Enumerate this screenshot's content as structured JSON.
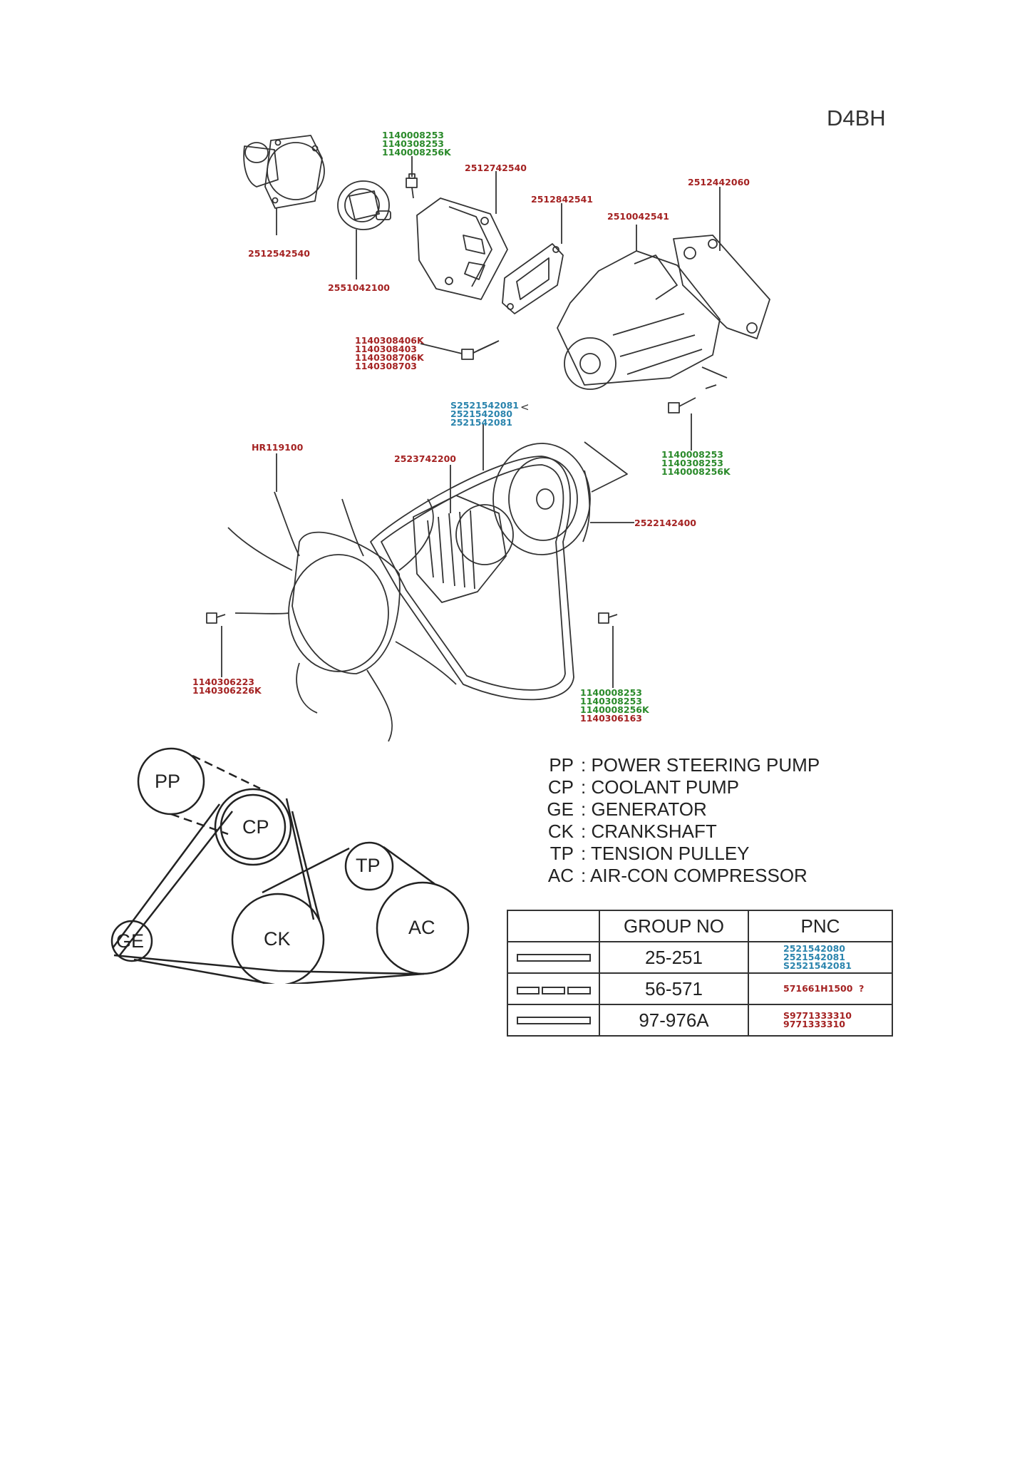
{
  "engine_code": "D4BH",
  "colors": {
    "red": "#a42222",
    "green": "#2a8a2a",
    "blue": "#2a84ad"
  },
  "part_labels": {
    "thermostat_housing": [
      "2512542540"
    ],
    "thermostat": [
      "2551042100"
    ],
    "bolt_top": [
      "1140008253",
      "1140308253",
      "1140008256K"
    ],
    "water_inlet_fitting": [
      "2512742540"
    ],
    "gasket_small": [
      "2512842541"
    ],
    "gasket_large": [
      "2512442060"
    ],
    "water_pump": [
      "2510042541"
    ],
    "bolt_inlet": [
      "1140308406K",
      "1140308403",
      "1140308706K",
      "1140308703"
    ],
    "v_belt": [
      "S2521542081",
      "2521542080",
      "2521542081"
    ],
    "v_belt_marker": "<",
    "bolt_pump": [
      "1140008253",
      "1140308253",
      "1140008256K"
    ],
    "fan": [
      "HR119100"
    ],
    "fan_clutch": [
      "2523742200"
    ],
    "pulley": [
      "2522142400"
    ],
    "bolt_fan": [
      "1140306223",
      "1140306226K"
    ],
    "bolt_lower": [
      "1140008253",
      "1140308253",
      "1140008256K",
      "1140306163"
    ]
  },
  "belt_diagram": {
    "pulleys": [
      "PP",
      "CP",
      "GE",
      "CK",
      "TP",
      "AC"
    ]
  },
  "legend": [
    {
      "code": "PP",
      "sep": ":",
      "name": "POWER STEERING PUMP"
    },
    {
      "code": "CP",
      "sep": ":",
      "name": "COOLANT PUMP"
    },
    {
      "code": "GE",
      "sep": ":",
      "name": "GENERATOR"
    },
    {
      "code": "CK",
      "sep": ":",
      "name": "CRANKSHAFT"
    },
    {
      "code": "TP",
      "sep": ":",
      "name": "TENSION PULLEY"
    },
    {
      "code": "AC",
      "sep": ":",
      "name": "AIR-CON COMPRESSOR"
    }
  ],
  "group_table": {
    "headers": [
      "",
      "GROUP NO",
      "PNC"
    ],
    "rows": [
      {
        "group_no": "25-251",
        "pnc": [
          "2521542080",
          "2521542081",
          "S2521542081"
        ],
        "pnc_color": "blue"
      },
      {
        "group_no": "56-571",
        "pnc": [
          "571661H1500  ?"
        ],
        "pnc_color": "red"
      },
      {
        "group_no": "97-976A",
        "pnc": [
          "S9771333310",
          "9771333310"
        ],
        "pnc_color": "red"
      }
    ]
  }
}
